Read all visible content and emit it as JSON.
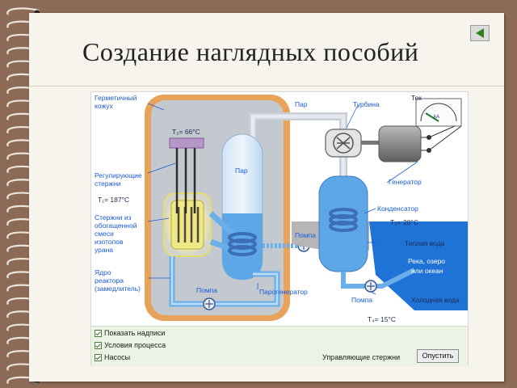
{
  "slide": {
    "title": "Создание наглядных пособий",
    "back_icon": "triangle-left-icon"
  },
  "diagram": {
    "labels": {
      "containment": [
        "Герметичный",
        "кожух"
      ],
      "steam_top": "Пар",
      "turbine": "Турбина",
      "current": "Ток",
      "ammeter_unit": "kA",
      "t2": "T₂= 66°C",
      "steam_in_generator": "Пар",
      "control_rods": [
        "Регулирующие",
        "стержни"
      ],
      "t1": "T₁= 187°C",
      "fuel_rods": [
        "Стержни из",
        "обогащенной",
        "смеси",
        "изотопов",
        "урана"
      ],
      "generator": "Генератор",
      "condenser": "Конденсатор",
      "t3": "T₃= 28°C",
      "warm_water": "Теплая вода",
      "river": [
        "Река, озеро",
        "или океан"
      ],
      "pump_mid": "Помпа",
      "core": [
        "Ядро",
        "реактора",
        "(замедлитель)"
      ],
      "pump_bottom": "Помпа",
      "steam_generator": "Парогенератор",
      "pump_right": "Помпа",
      "cold_water": "Холодная вода",
      "t4": "T₄= 15°C"
    },
    "colors": {
      "shell": "#e9a25a",
      "shell_inner": "#c8ccd3",
      "water": "#6aaeea",
      "pipe": "#bcd7f2",
      "core": "#f3ef9a",
      "label": "#1a5bd8"
    }
  },
  "controls": {
    "checkboxes": [
      {
        "label": "Показать надписи",
        "checked": true
      },
      {
        "label": "Условия процесса",
        "checked": true
      },
      {
        "label": "Насосы",
        "checked": true
      }
    ],
    "rods_label": "Управляющие стержни",
    "start_button": "Опустить"
  }
}
